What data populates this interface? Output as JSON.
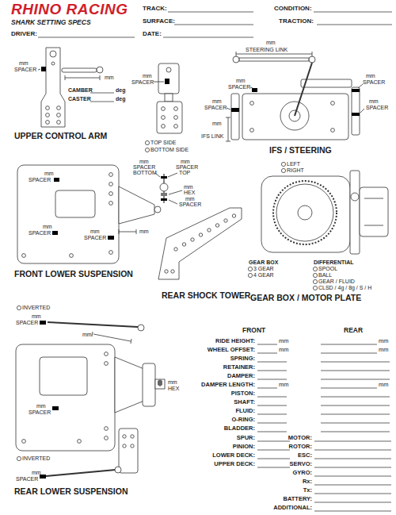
{
  "diagram": {
    "title": "SHARK SETTING SPECS",
    "labels": [
      "RHINO RACING",
      "TRACK:",
      "CONDITION:",
      "SURFACE:",
      "TRACTION:",
      "DRIVER:",
      "DATE:",
      "mm",
      "SPACER",
      "mm",
      "CAMBER",
      "deg",
      "CASTER",
      "deg",
      "UPPER CONTROL ARM",
      "mm",
      "SPACER",
      "TOP SIDE",
      "BOTTOM SIDE",
      "mm",
      "STEERING LINK",
      "mm",
      "SPACER",
      "mm",
      "SPACER",
      "mm",
      "SPACER",
      "mm",
      "SPACER",
      "mm",
      "IFS LINK",
      "IFS / STEERING",
      "mm",
      "SPACER",
      "mm",
      "SPACER",
      "mm",
      "SPACER",
      "mm",
      "FRONT LOWER SUSPENSION",
      "mm",
      "SPACER",
      "BOTTOM",
      "mm",
      "SPACER",
      "TOP",
      "mm",
      "HEX",
      "mm",
      "SPACER",
      "REAR SHOCK TOWER",
      "LEFT",
      "RIGHT",
      "GEAR BOX",
      "3 GEAR",
      "4 GEAR",
      "DIFFERENTIAL",
      "SPOOL",
      "BALL",
      "GEAR / FLUID",
      "CLSD / 4g / 8g / S / H",
      "GEAR BOX / MOTOR PLATE",
      "INVERTED",
      "mm",
      "SPACER",
      "mm",
      "mm",
      "HEX",
      "mm",
      "SPACER",
      "INVERTED",
      "mm",
      "SPACER",
      "REAR LOWER SUSPENSION",
      "FRONT",
      "REAR",
      "RIDE HEIGHT:",
      "mm",
      "mm",
      "WHEEL OFFSET:",
      "mm",
      "mm",
      "SPRING:",
      "RETAINER:",
      "DAMPER:",
      "DAMPER LENGTH:",
      "mm",
      "mm",
      "PISTON:",
      "SHAFT:",
      "FLUID:",
      "O-RING:",
      "BLADDER:",
      "SPUR:",
      "MOTOR:",
      "PINION:",
      "ROTOR:",
      "LOWER DECK:",
      "ESC:",
      "UPPER DECK:",
      "SERVO:",
      "GYRO:",
      "Rx:",
      "Tx:",
      "BATTERY:",
      "ADDITIONAL:"
    ]
  }
}
